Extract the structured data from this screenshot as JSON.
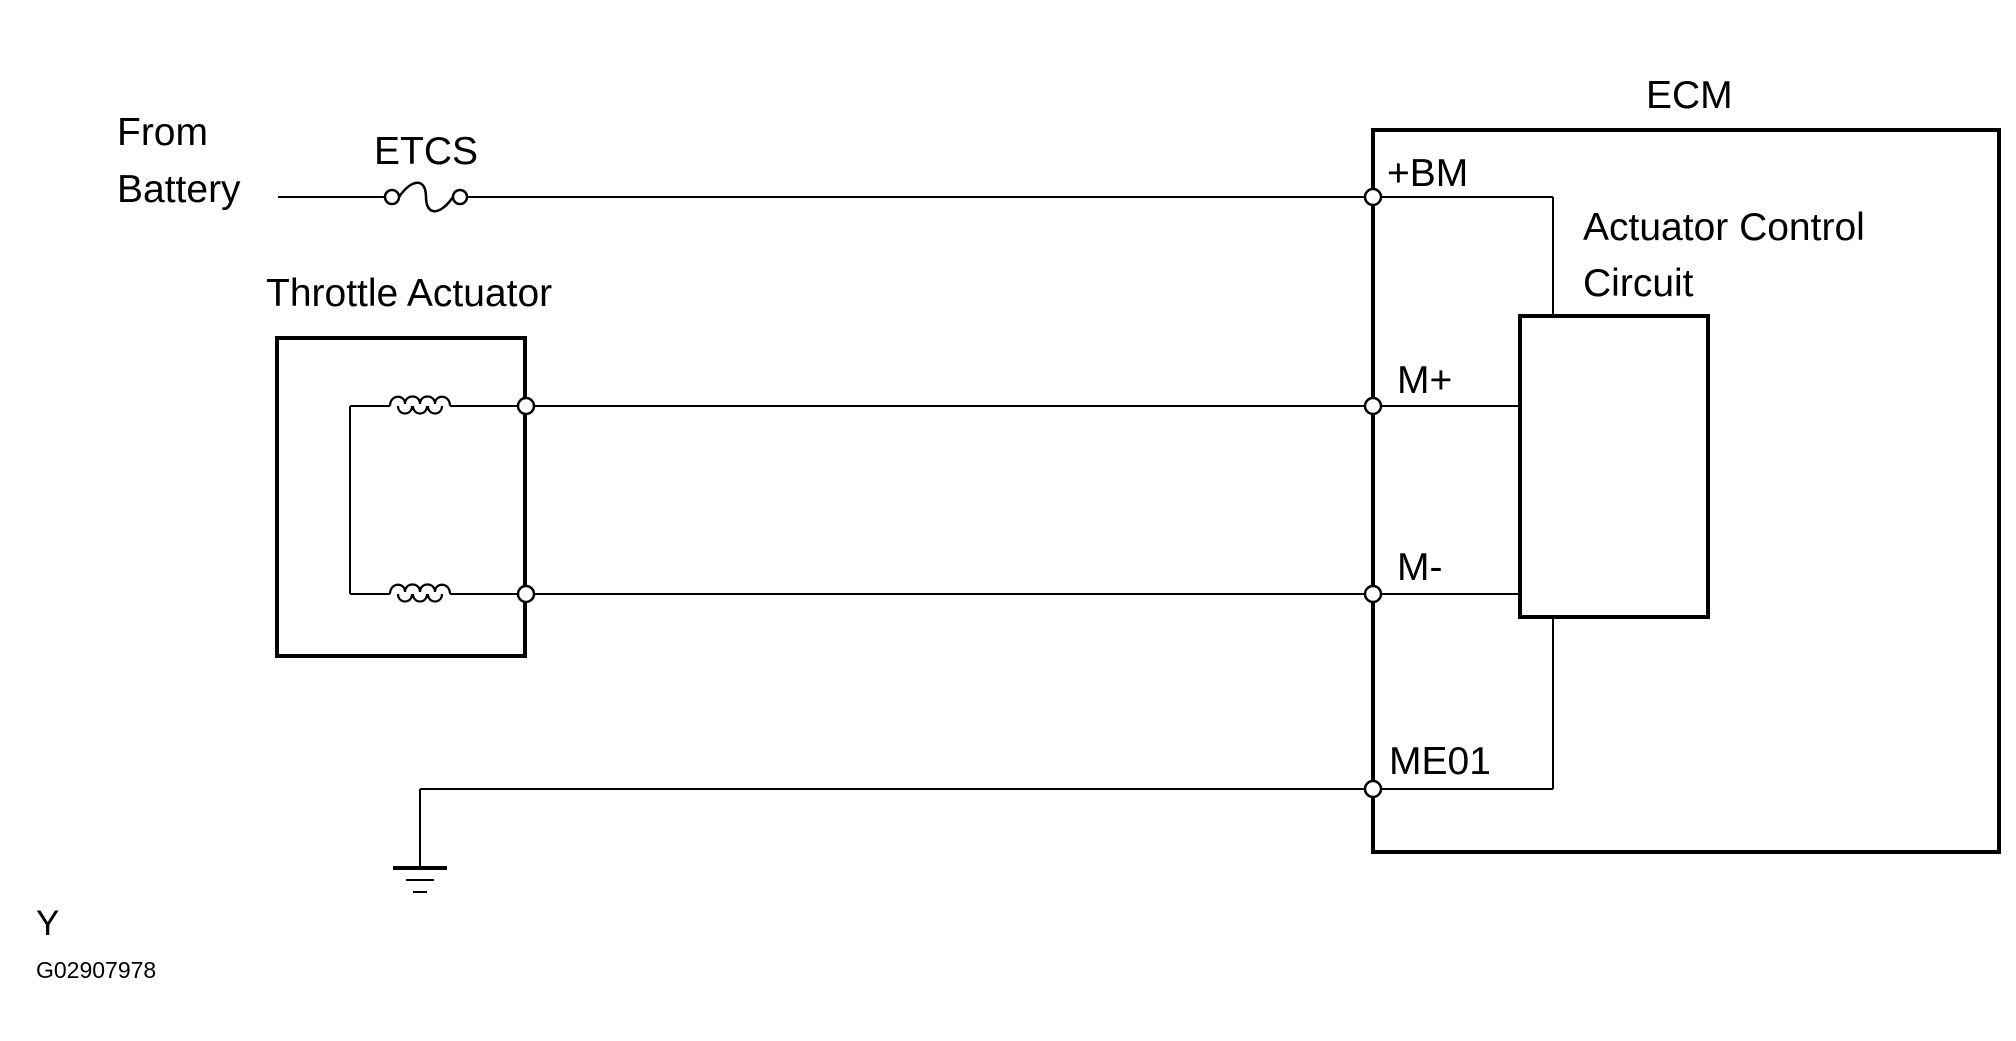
{
  "labels": {
    "from_line1": "From",
    "from_line2": "Battery",
    "fuse": "ETCS",
    "actuator": "Throttle Actuator",
    "ecm": "ECM",
    "control_line1": "Actuator Control",
    "control_line2": "Circuit",
    "pin_bm": "+BM",
    "pin_mplus": "M+",
    "pin_mminus": "M-",
    "pin_me01": "ME01",
    "corner_letter": "Y",
    "figure_code": "G02907978"
  },
  "colors": {
    "line": "#000000",
    "background": "#ffffff"
  }
}
